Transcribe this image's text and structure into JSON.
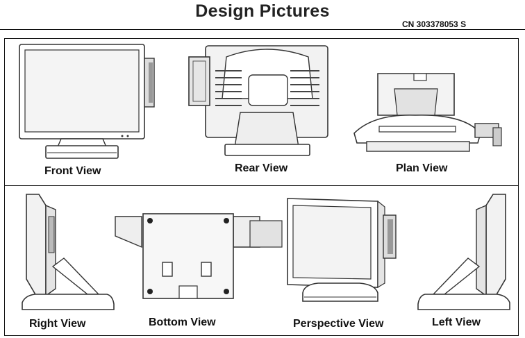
{
  "header": {
    "title": "Design Pictures",
    "patent_number": "CN 303378053 S"
  },
  "views": {
    "front": {
      "label": "Front View"
    },
    "rear": {
      "label": "Rear View"
    },
    "plan": {
      "label": "Plan View"
    },
    "right": {
      "label": "Right View"
    },
    "bottom": {
      "label": "Bottom View"
    },
    "perspective": {
      "label": "Perspective View"
    },
    "left": {
      "label": "Left View"
    }
  },
  "colors": {
    "line": "#333333",
    "frame": "#111111",
    "shade": "#e6e6e6"
  }
}
